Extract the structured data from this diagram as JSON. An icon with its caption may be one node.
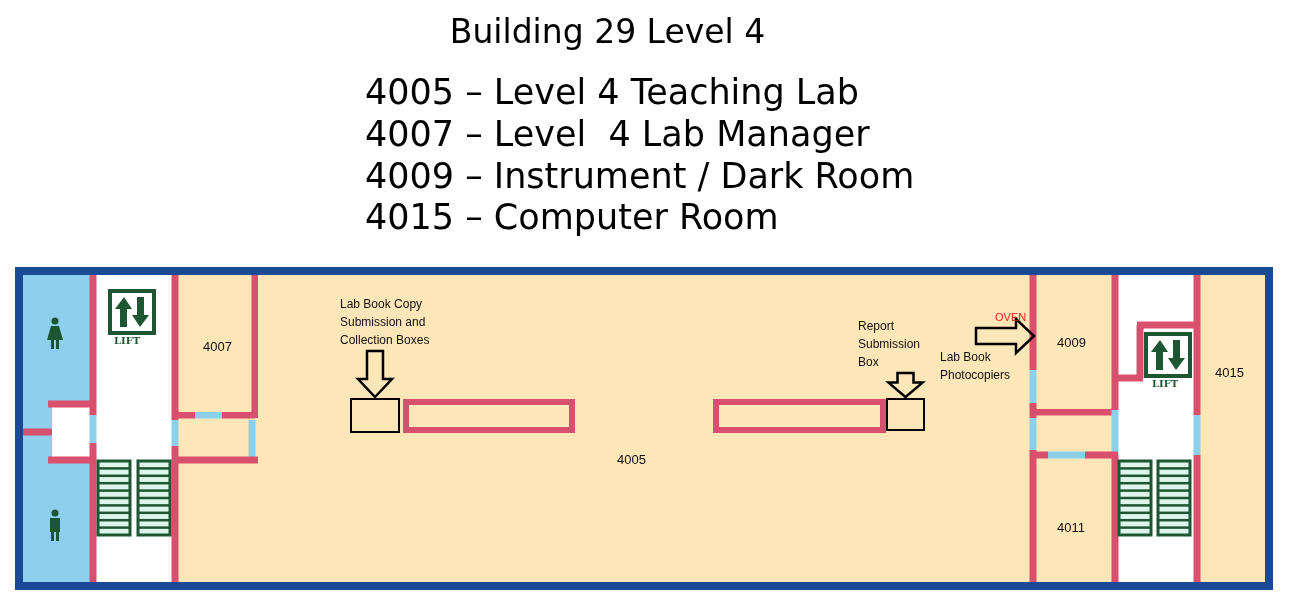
{
  "diagram": {
    "title": "Building 29 Level 4",
    "nodes": [
      {
        "text": [
          "4007"
        ]
      },
      {
        "text": [
          "4005"
        ]
      },
      {
        "text": [
          "Lab Book Copy Submission and Collection Boxes"
        ],
        "in": 1
      },
      {
        "text": [],
        "shape": "box",
        "in": 1
      },
      {
        "text": [
          "Report Submission Box"
        ],
        "in": 1
      },
      {
        "text": [],
        "shape": "box",
        "in": 1
      },
      {
        "text": [
          "Lab Book Photocopiers"
        ],
        "in": 1
      },
      {
        "text": [
          "4009"
        ]
      },
      {
        "text": [
          "4015"
        ]
      },
      {
        "text": [
          "4011"
        ]
      }
    ],
    "edges": [
      {
        "from": 2,
        "to": 3,
        "arrow": "to"
      },
      {
        "from": 4,
        "to": 5,
        "arrow": "to"
      },
      {
        "from": 6,
        "to": 7,
        "arrow": "to"
      }
    ],
    "labels": [
      "4005 – Level 4 Teaching Lab",
      "4007 – Level  4 Lab Manager",
      "4009 – Instrument / Dark Room",
      "4015 – Computer Room",
      "OVEN",
      "LIFT",
      "LIFT"
    ]
  }
}
